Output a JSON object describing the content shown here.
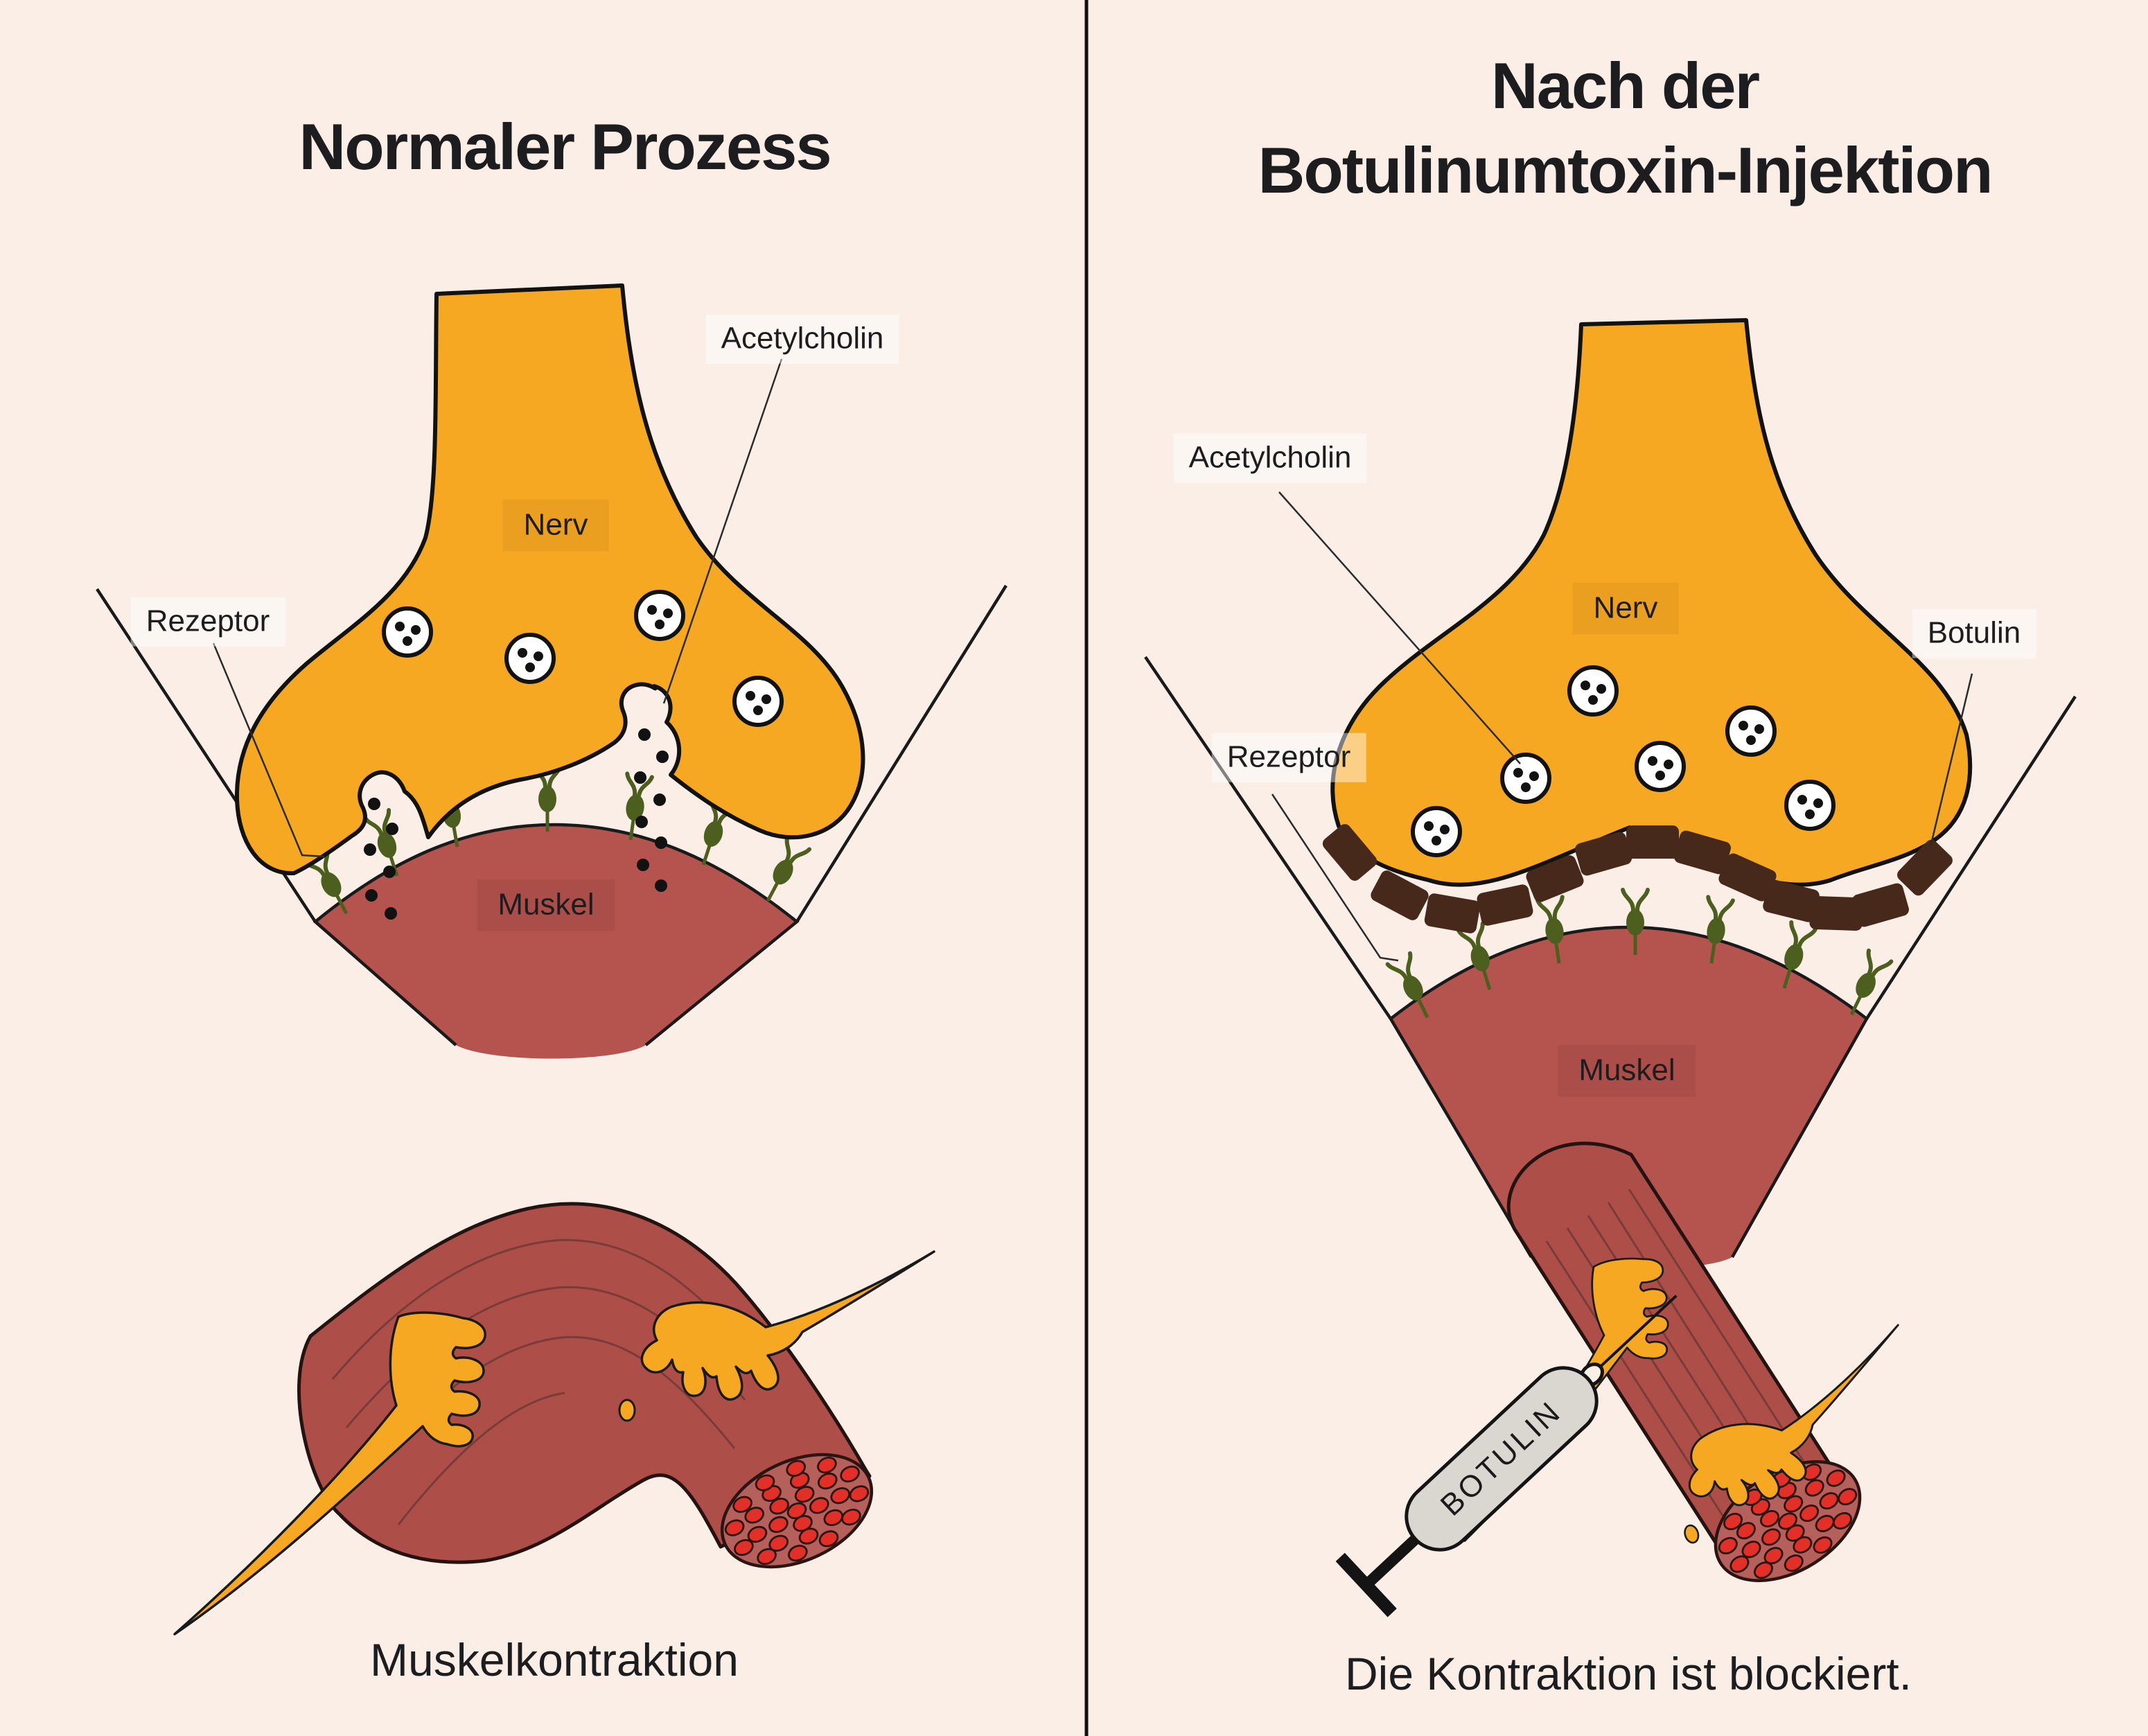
{
  "left": {
    "title": "Normaler Prozess",
    "labels": {
      "nerve": "Nerv",
      "acetylcholine": "Acetylcholin",
      "receptor": "Rezeptor",
      "muscle": "Muskel"
    },
    "caption": "Muskelkontraktion"
  },
  "right": {
    "title_line1": "Nach der",
    "title_line2": "Botulinumtoxin-Injektion",
    "labels": {
      "nerve": "Nerv",
      "acetylcholine": "Acetylcholin",
      "receptor": "Rezeptor",
      "muscle": "Muskel",
      "botulin": "Botulin",
      "syringe": "BOTULIN"
    },
    "caption": "Die Kontraktion ist blockiert."
  },
  "palette": {
    "background": "#faeee7",
    "nerve_yellow": "#f7a823",
    "muscle_red": "#b5534e",
    "fiber_red": "#ad4e49",
    "cross_section_face": "#b5605a",
    "cross_section_dot": "#e23028",
    "receptor_green": "#4d5f1f",
    "botulin_brown": "#46291a",
    "syringe_gray": "#d9d7cf",
    "outline_black": "#1a1a1a",
    "text": "#1d1d1f"
  }
}
